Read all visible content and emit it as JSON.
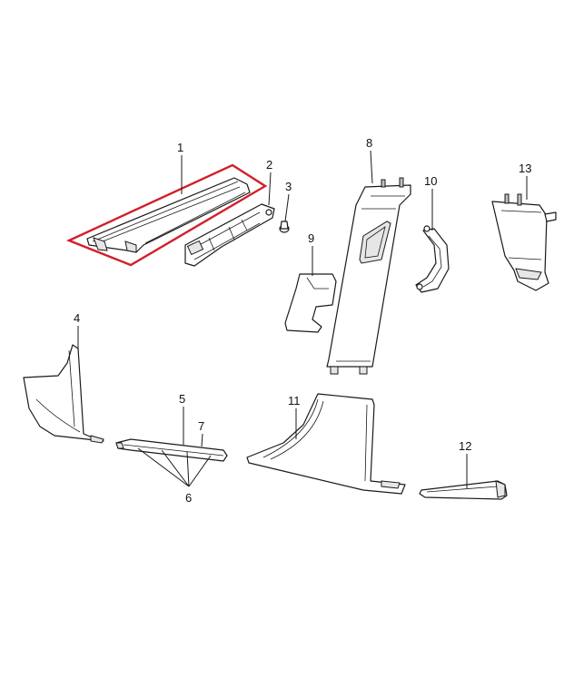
{
  "colors": {
    "highlight": "#d1202a",
    "line": "#1a1a1a",
    "background": "#ffffff"
  },
  "callouts": {
    "c1": "1",
    "c2": "2",
    "c3": "3",
    "c4": "4",
    "c5": "5",
    "c6": "6",
    "c7": "7",
    "c8": "8",
    "c9": "9",
    "c10": "10",
    "c11": "11",
    "c12": "12",
    "c13": "13"
  },
  "highlighted_part": "1"
}
